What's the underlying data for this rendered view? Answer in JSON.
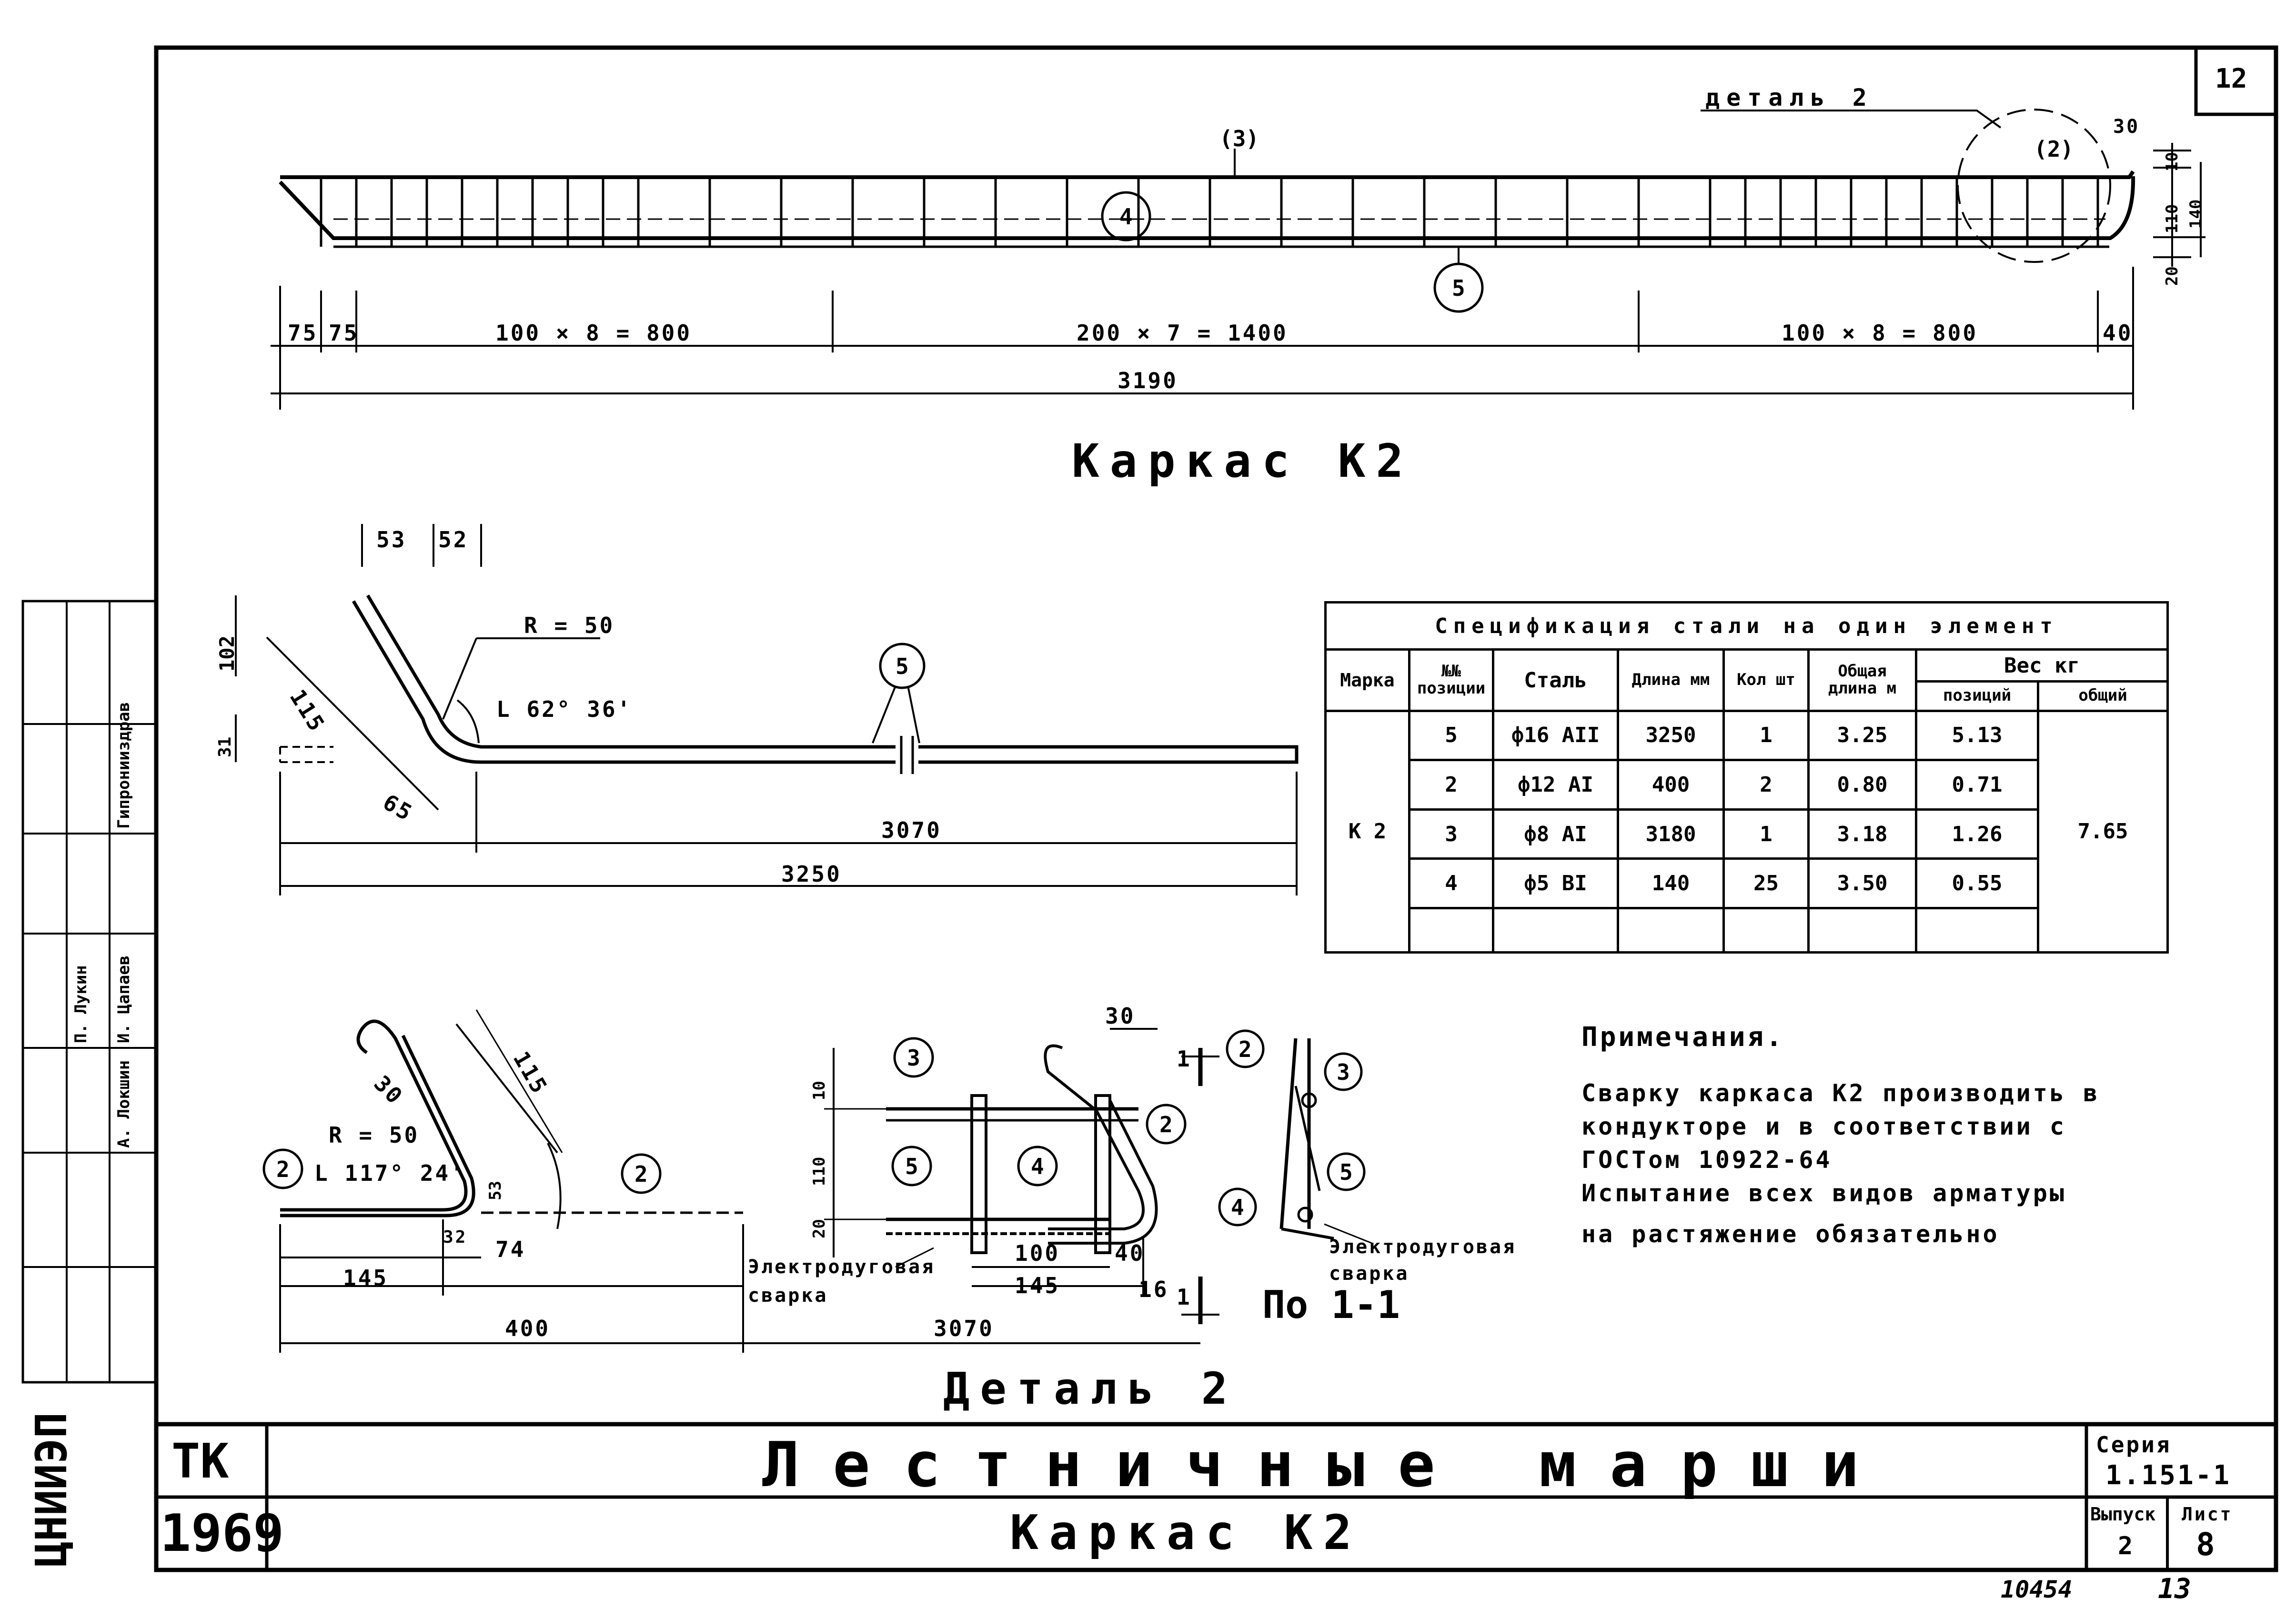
{
  "sheet": {
    "page_number": "12",
    "stamp_number": "10454",
    "sheet_counter": "13"
  },
  "elevation": {
    "detail_label": "деталь 2",
    "pos_3": "3",
    "pos_4": "4",
    "pos_5": "5",
    "pos_2": "2",
    "dim_75a": "75",
    "dim_75b": "75",
    "dim_left": "100 × 8 = 800",
    "dim_mid": "200 × 7 = 1400",
    "dim_right": "100 × 8 = 800",
    "dim_40": "40",
    "dim_total": "3190",
    "dim_30": "30",
    "dim_10": "10",
    "dim_110": "110",
    "dim_140": "140",
    "dim_20": "20",
    "title": "Каркас К2"
  },
  "bar5": {
    "dim_53": "53",
    "dim_52": "52",
    "dim_102": "102",
    "dim_31": "31",
    "dim_115": "115",
    "dim_65": "65",
    "radius": "R = 50",
    "angle": "L 62° 36'",
    "pos_5": "5",
    "dim_3070": "3070",
    "dim_3250": "3250"
  },
  "spec_table": {
    "title": "Спецификация стали на один элемент",
    "headers": {
      "mark": "Марка",
      "position": "№№ позиции",
      "steel": "Сталь",
      "length": "Длина мм",
      "qty": "Кол шт",
      "total_length": "Общая длина м",
      "weight": "Вес кг",
      "weight_pos": "позиций",
      "weight_total": "общий"
    },
    "mark": "К 2",
    "rows": [
      {
        "pos": "5",
        "steel": "ф16 АII",
        "length": "3250",
        "qty": "1",
        "total": "3.25",
        "weight": "5.13"
      },
      {
        "pos": "2",
        "steel": "ф12 АI",
        "length": "400",
        "qty": "2",
        "total": "0.80",
        "weight": "0.71"
      },
      {
        "pos": "3",
        "steel": "ф8 АI",
        "length": "3180",
        "qty": "1",
        "total": "3.18",
        "weight": "1.26"
      },
      {
        "pos": "4",
        "steel": "ф5 ВI",
        "length": "140",
        "qty": "25",
        "total": "3.50",
        "weight": "0.55"
      }
    ],
    "total_weight": "7.65"
  },
  "detail2": {
    "dim_115": "115",
    "dim_30": "30",
    "radius": "R = 50",
    "angle": "L 117° 24'",
    "pos_2a": "2",
    "pos_2b": "2",
    "dim_53": "53",
    "dim_32": "32",
    "dim_74": "74",
    "dim_145": "145",
    "dim_400": "400",
    "title": "Деталь 2"
  },
  "middle": {
    "pos_3": "3",
    "pos_5": "5",
    "pos_4": "4",
    "pos_2": "2",
    "dim_30": "30",
    "dim_10": "10",
    "dim_110": "110",
    "dim_20": "20",
    "dim_100": "100",
    "dim_145": "145",
    "dim_40": "40",
    "dim_16": "16",
    "dim_3070": "3070",
    "weld": "Электродуговая сварка",
    "section_mark": "1"
  },
  "section": {
    "pos_2": "2",
    "pos_3": "3",
    "pos_5": "5",
    "pos_4": "4",
    "weld": "Электродуговая сварка",
    "label": "По 1-1"
  },
  "notes": {
    "heading": "Примечания.",
    "line1": "Сварку каркаса К2 производить в",
    "line2": "кондукторе и в соответствии с",
    "line3": "ГОСТом 10922-64",
    "line4": "Испытание всех видов арматуры",
    "line5": "на растяжение обязательно"
  },
  "title_block": {
    "code": "ТК",
    "year": "1969",
    "main_title": "Лестничные марши",
    "sub_title": "Каркас К2",
    "series_label": "Серия",
    "series_value": "1.151-1",
    "issue_label": "Выпуск",
    "issue_value": "2",
    "sheet_label": "Лист",
    "sheet_value": "8"
  },
  "side_stamp": {
    "names": [
      "И. Цапаев",
      "А. Локшин",
      "П. Лукин"
    ],
    "org": "Гипронииздрав",
    "vertical": "ЦНИИЭП"
  }
}
